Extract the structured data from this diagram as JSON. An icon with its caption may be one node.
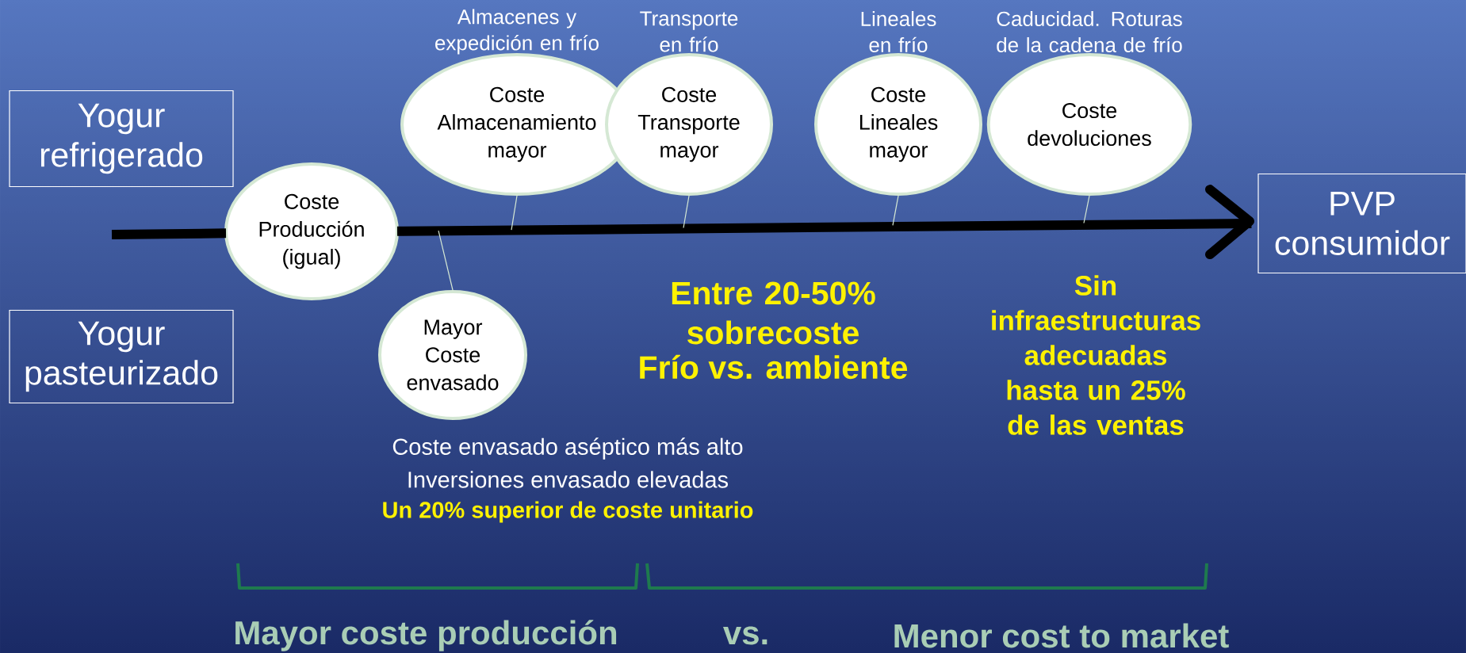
{
  "diagram": {
    "nodes": [
      {
        "text": [
          "Yogur refrigerado"
        ]
      },
      {
        "text": [
          "Coste Almacenamiento mayor"
        ],
        "beside": [
          "Almacenes y expedición en frío"
        ]
      },
      {
        "text": [
          "Coste Transporte mayor"
        ],
        "beside": [
          "Transporte en frío"
        ]
      },
      {
        "text": [
          "Coste Lineales mayor"
        ],
        "beside": [
          "Lineales en frío"
        ]
      },
      {
        "text": [
          "Coste devoluciones"
        ],
        "beside": [
          "Caducidad. Roturas de la cadena de frío"
        ]
      },
      {
        "text": [
          "Coste Producción (igual)"
        ]
      },
      {
        "text": [
          "PVP consumidor"
        ]
      },
      {
        "text": [
          "Yogur pasteurizado"
        ]
      },
      {
        "text": [
          "Mayor Coste envasado"
        ]
      }
    ],
    "edges": [
      {
        "from": null,
        "to": 6,
        "arrow": "to",
        "style": "thick",
        "color": "#000000"
      },
      {
        "from": 1,
        "to": null,
        "arrow": "none"
      },
      {
        "from": 2,
        "to": null,
        "arrow": "none"
      },
      {
        "from": 3,
        "to": null,
        "arrow": "none"
      },
      {
        "from": 4,
        "to": null,
        "arrow": "none"
      },
      {
        "from": 8,
        "to": null,
        "arrow": "none"
      }
    ],
    "labels": [
      "Entre 20-50% sobrecoste",
      "Frío vs. ambiente",
      "Sin infraestructuras adecuadas hasta un 25% de las ventas",
      "Coste envasado aséptico más alto",
      "Inversiones envasado elevadas",
      "Un 20% superior de coste unitario",
      "Mayor coste producción",
      "vs.",
      "Menor cost to market"
    ]
  }
}
